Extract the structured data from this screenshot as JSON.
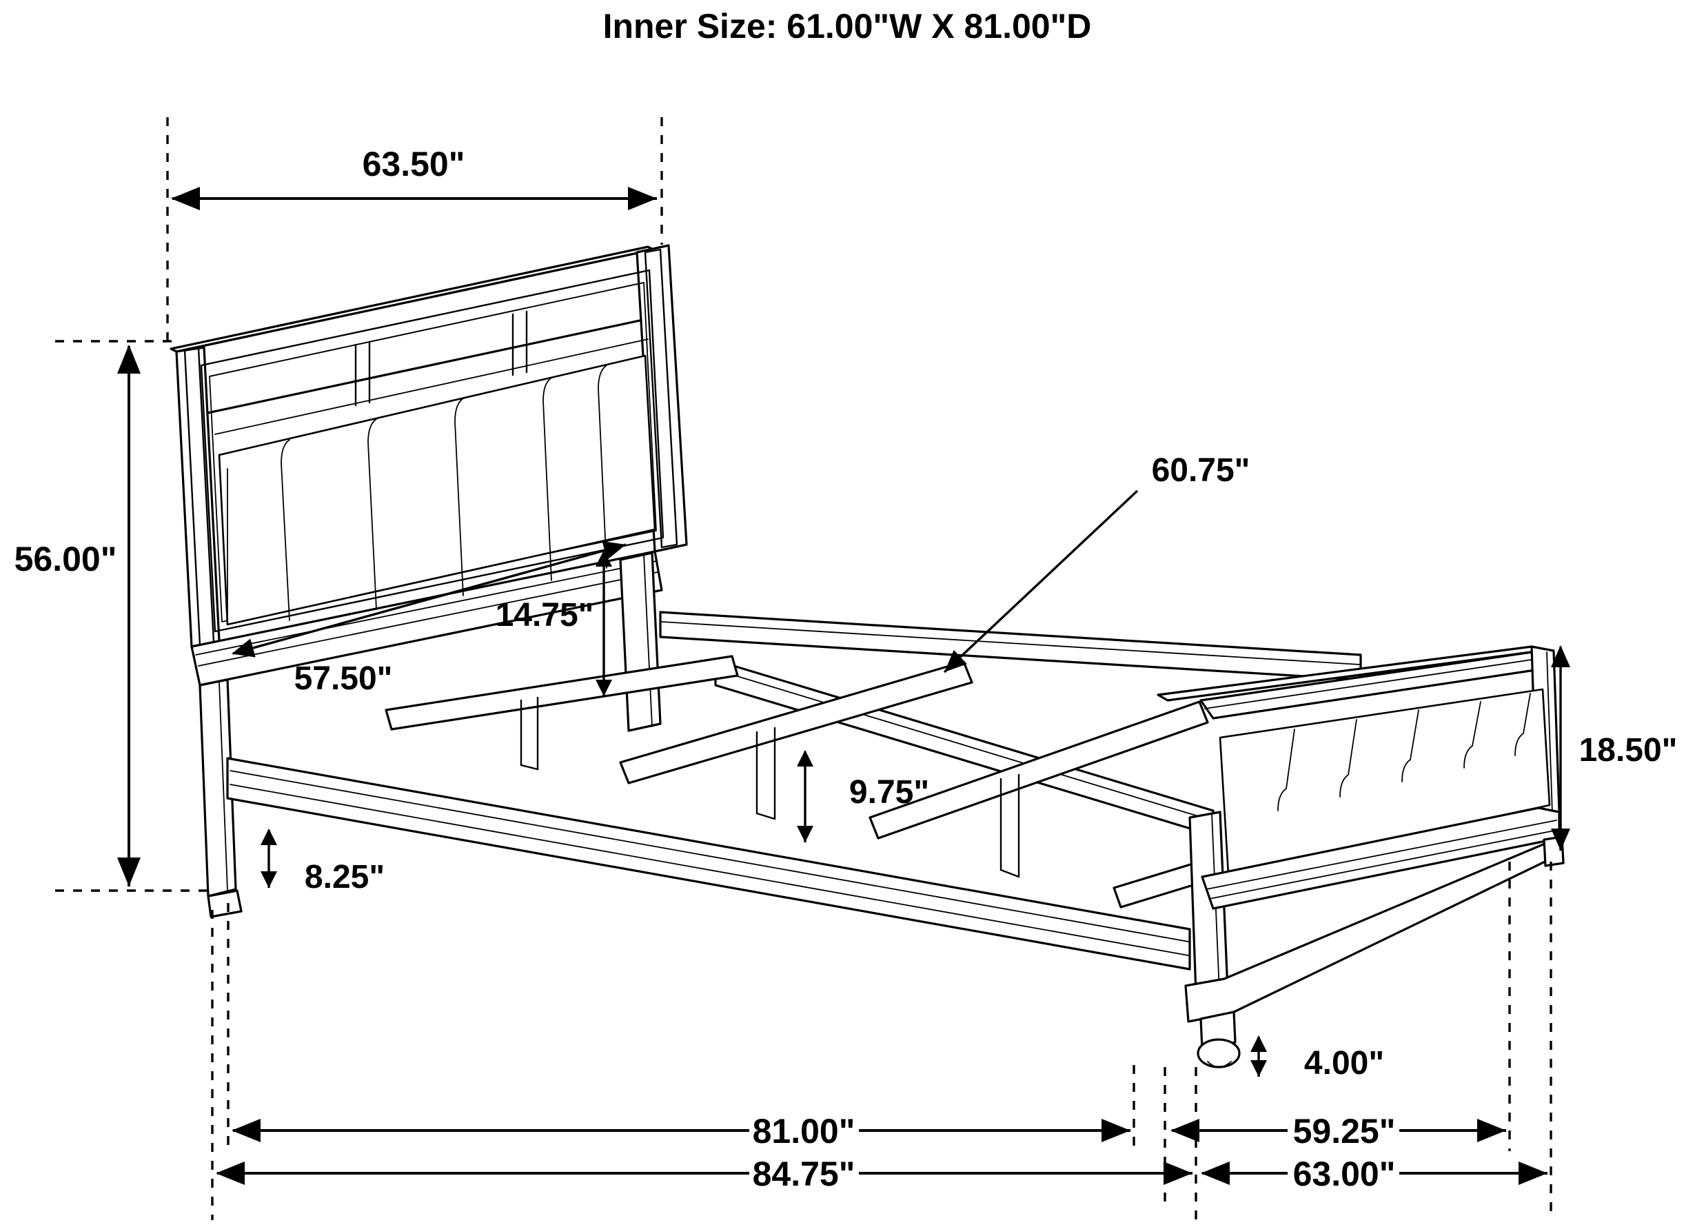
{
  "title": {
    "text": "Inner Size: 61.00\"W X 81.00\"D"
  },
  "product": {
    "type": "bed-frame",
    "view": "three-quarter-perspective-line-drawing",
    "components": [
      "headboard",
      "footboard",
      "side-rails",
      "center-support-rail",
      "cross-slats",
      "bun-feet"
    ]
  },
  "colors": {
    "line": "#000000",
    "background": "#ffffff",
    "text": "#000000"
  },
  "dimensions": {
    "headboard_width_overall": "63.50\"",
    "headboard_height_overall": "56.00\"",
    "headboard_panel_width": "57.50\"",
    "headboard_panel_height": "14.75\"",
    "center_slat_span": "60.75\"",
    "slat_clearance": "9.75\"",
    "rail_ground_clearance": "8.25\"",
    "footboard_height": "18.50\"",
    "foot_height": "4.00\"",
    "inner_length": "81.00\"",
    "overall_length": "84.75\"",
    "footboard_panel_width": "59.25\"",
    "footboard_width_overall": "63.00\""
  },
  "labels": [
    {
      "id": "top-width",
      "value": "63.50\""
    },
    {
      "id": "headboard-height",
      "value": "56.00\""
    },
    {
      "id": "panel-width",
      "value": "57.50\""
    },
    {
      "id": "panel-height",
      "value": "14.75\""
    },
    {
      "id": "center-span",
      "value": "60.75\""
    },
    {
      "id": "slat-clearance",
      "value": "9.75\""
    },
    {
      "id": "rail-clearance",
      "value": "8.25\""
    },
    {
      "id": "footboard-height",
      "value": "18.50\""
    },
    {
      "id": "foot-height",
      "value": "4.00\""
    },
    {
      "id": "inner-length",
      "value": "81.00\""
    },
    {
      "id": "overall-length",
      "value": "84.75\""
    },
    {
      "id": "footboard-panel",
      "value": "59.25\""
    },
    {
      "id": "footboard-width",
      "value": "63.00\""
    }
  ]
}
